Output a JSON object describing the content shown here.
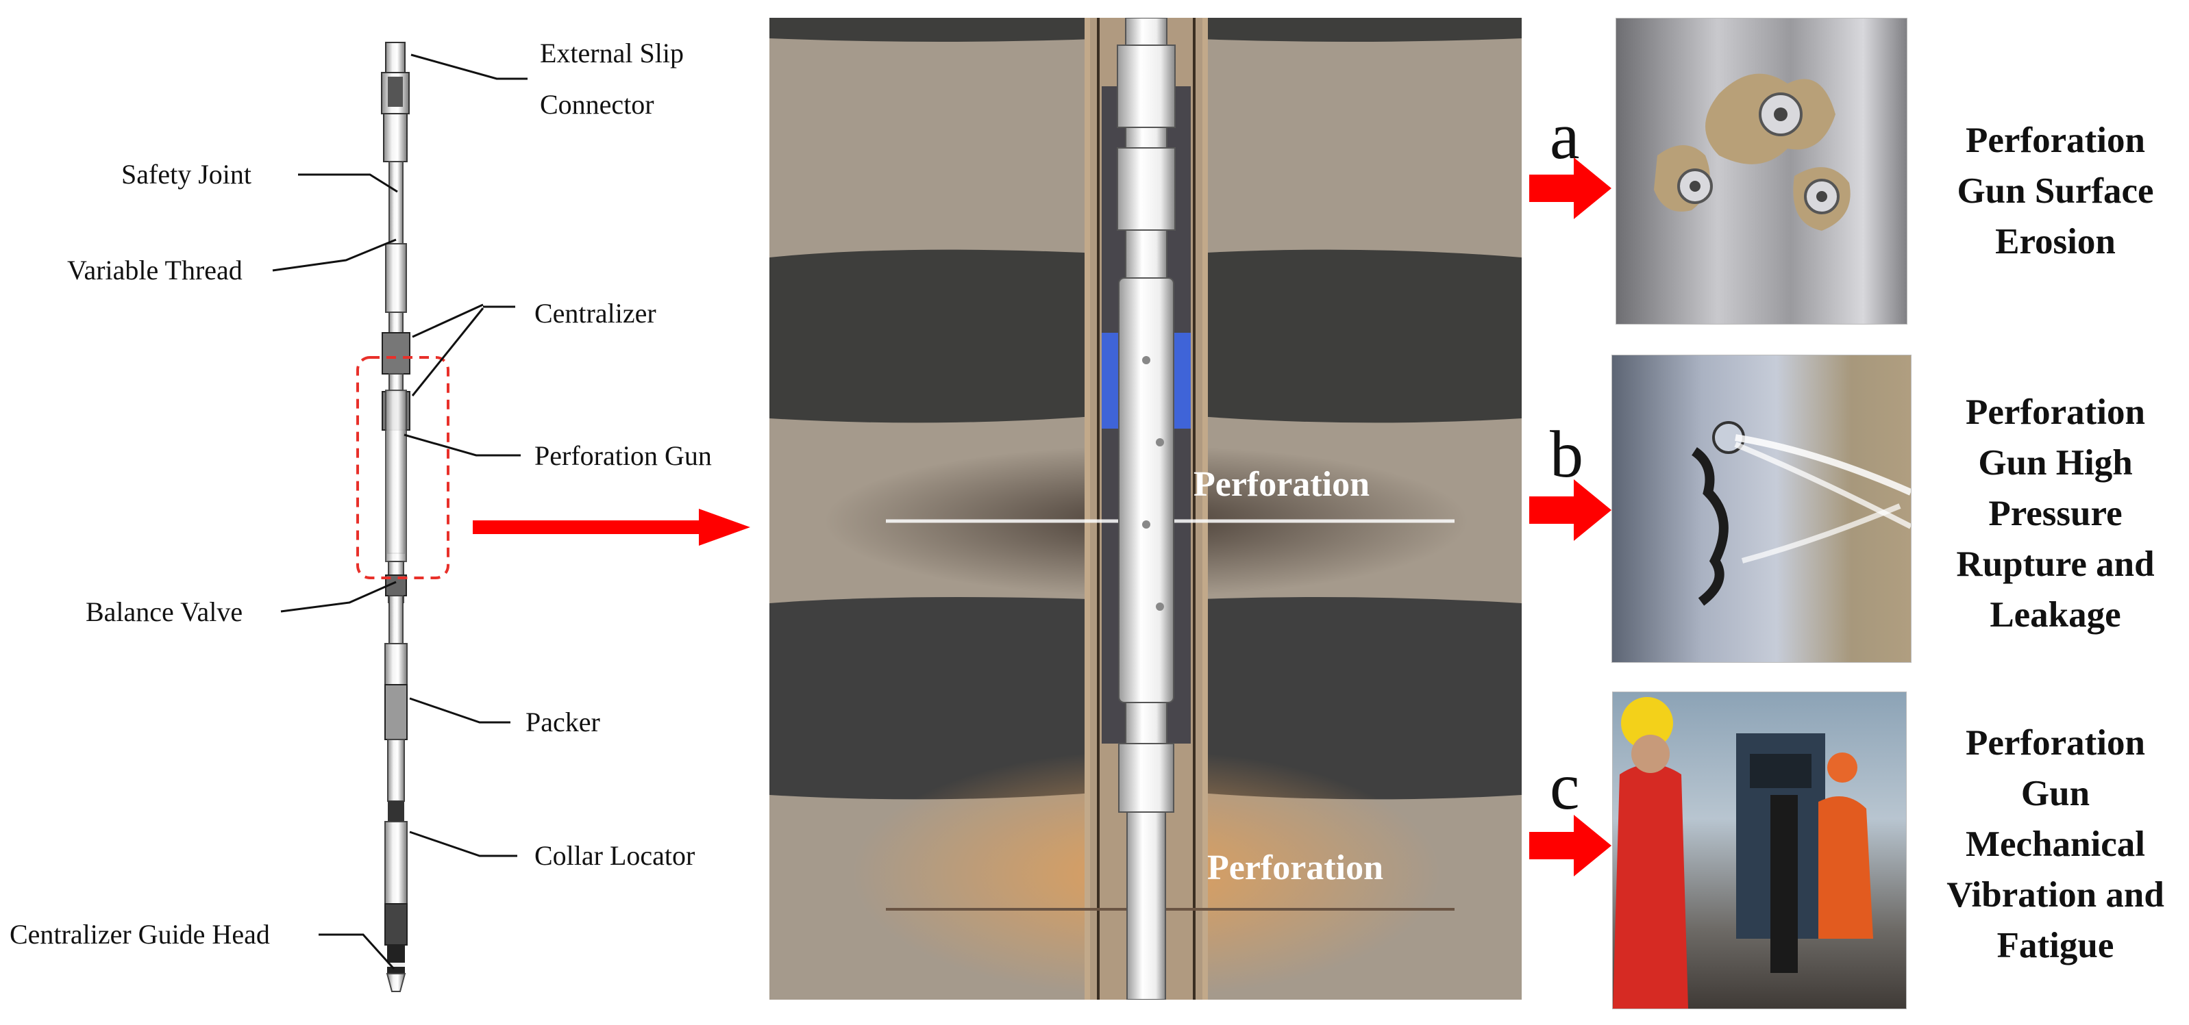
{
  "tool_labels": [
    {
      "id": "external-slip-connector",
      "lines": [
        "External Slip",
        "Connector"
      ]
    },
    {
      "id": "safety-joint",
      "text": "Safety Joint"
    },
    {
      "id": "variable-thread",
      "text": "Variable Thread"
    },
    {
      "id": "centralizer",
      "text": "Centralizer"
    },
    {
      "id": "perforation-gun",
      "text": "Perforation Gun"
    },
    {
      "id": "balance-valve",
      "text": "Balance Valve"
    },
    {
      "id": "packer",
      "text": "Packer"
    },
    {
      "id": "collar-locator",
      "text": "Collar Locator"
    },
    {
      "id": "centralizer-guide-head",
      "text": "Centralizer Guide Head"
    }
  ],
  "wellbore": {
    "perforation_label_1": "Perforation",
    "perforation_label_2": "Perforation"
  },
  "failure_modes": [
    {
      "letter": "a",
      "caption": [
        "Perforation",
        "Gun Surface",
        "Erosion"
      ]
    },
    {
      "letter": "b",
      "caption": [
        "Perforation",
        "Gun High",
        "Pressure",
        "Rupture and",
        "Leakage"
      ]
    },
    {
      "letter": "c",
      "caption": [
        "Perforation",
        "Gun",
        "Mechanical",
        "Vibration and",
        "Fatigue"
      ]
    }
  ],
  "colors": {
    "arrow": "#ff0000",
    "highlight_box": "#e8302a",
    "casing_blue": "#3f64d8",
    "rock_beige": "#a59a8c",
    "rock_dark": "#3e3e3c",
    "formation_orange": "#d6a870"
  }
}
